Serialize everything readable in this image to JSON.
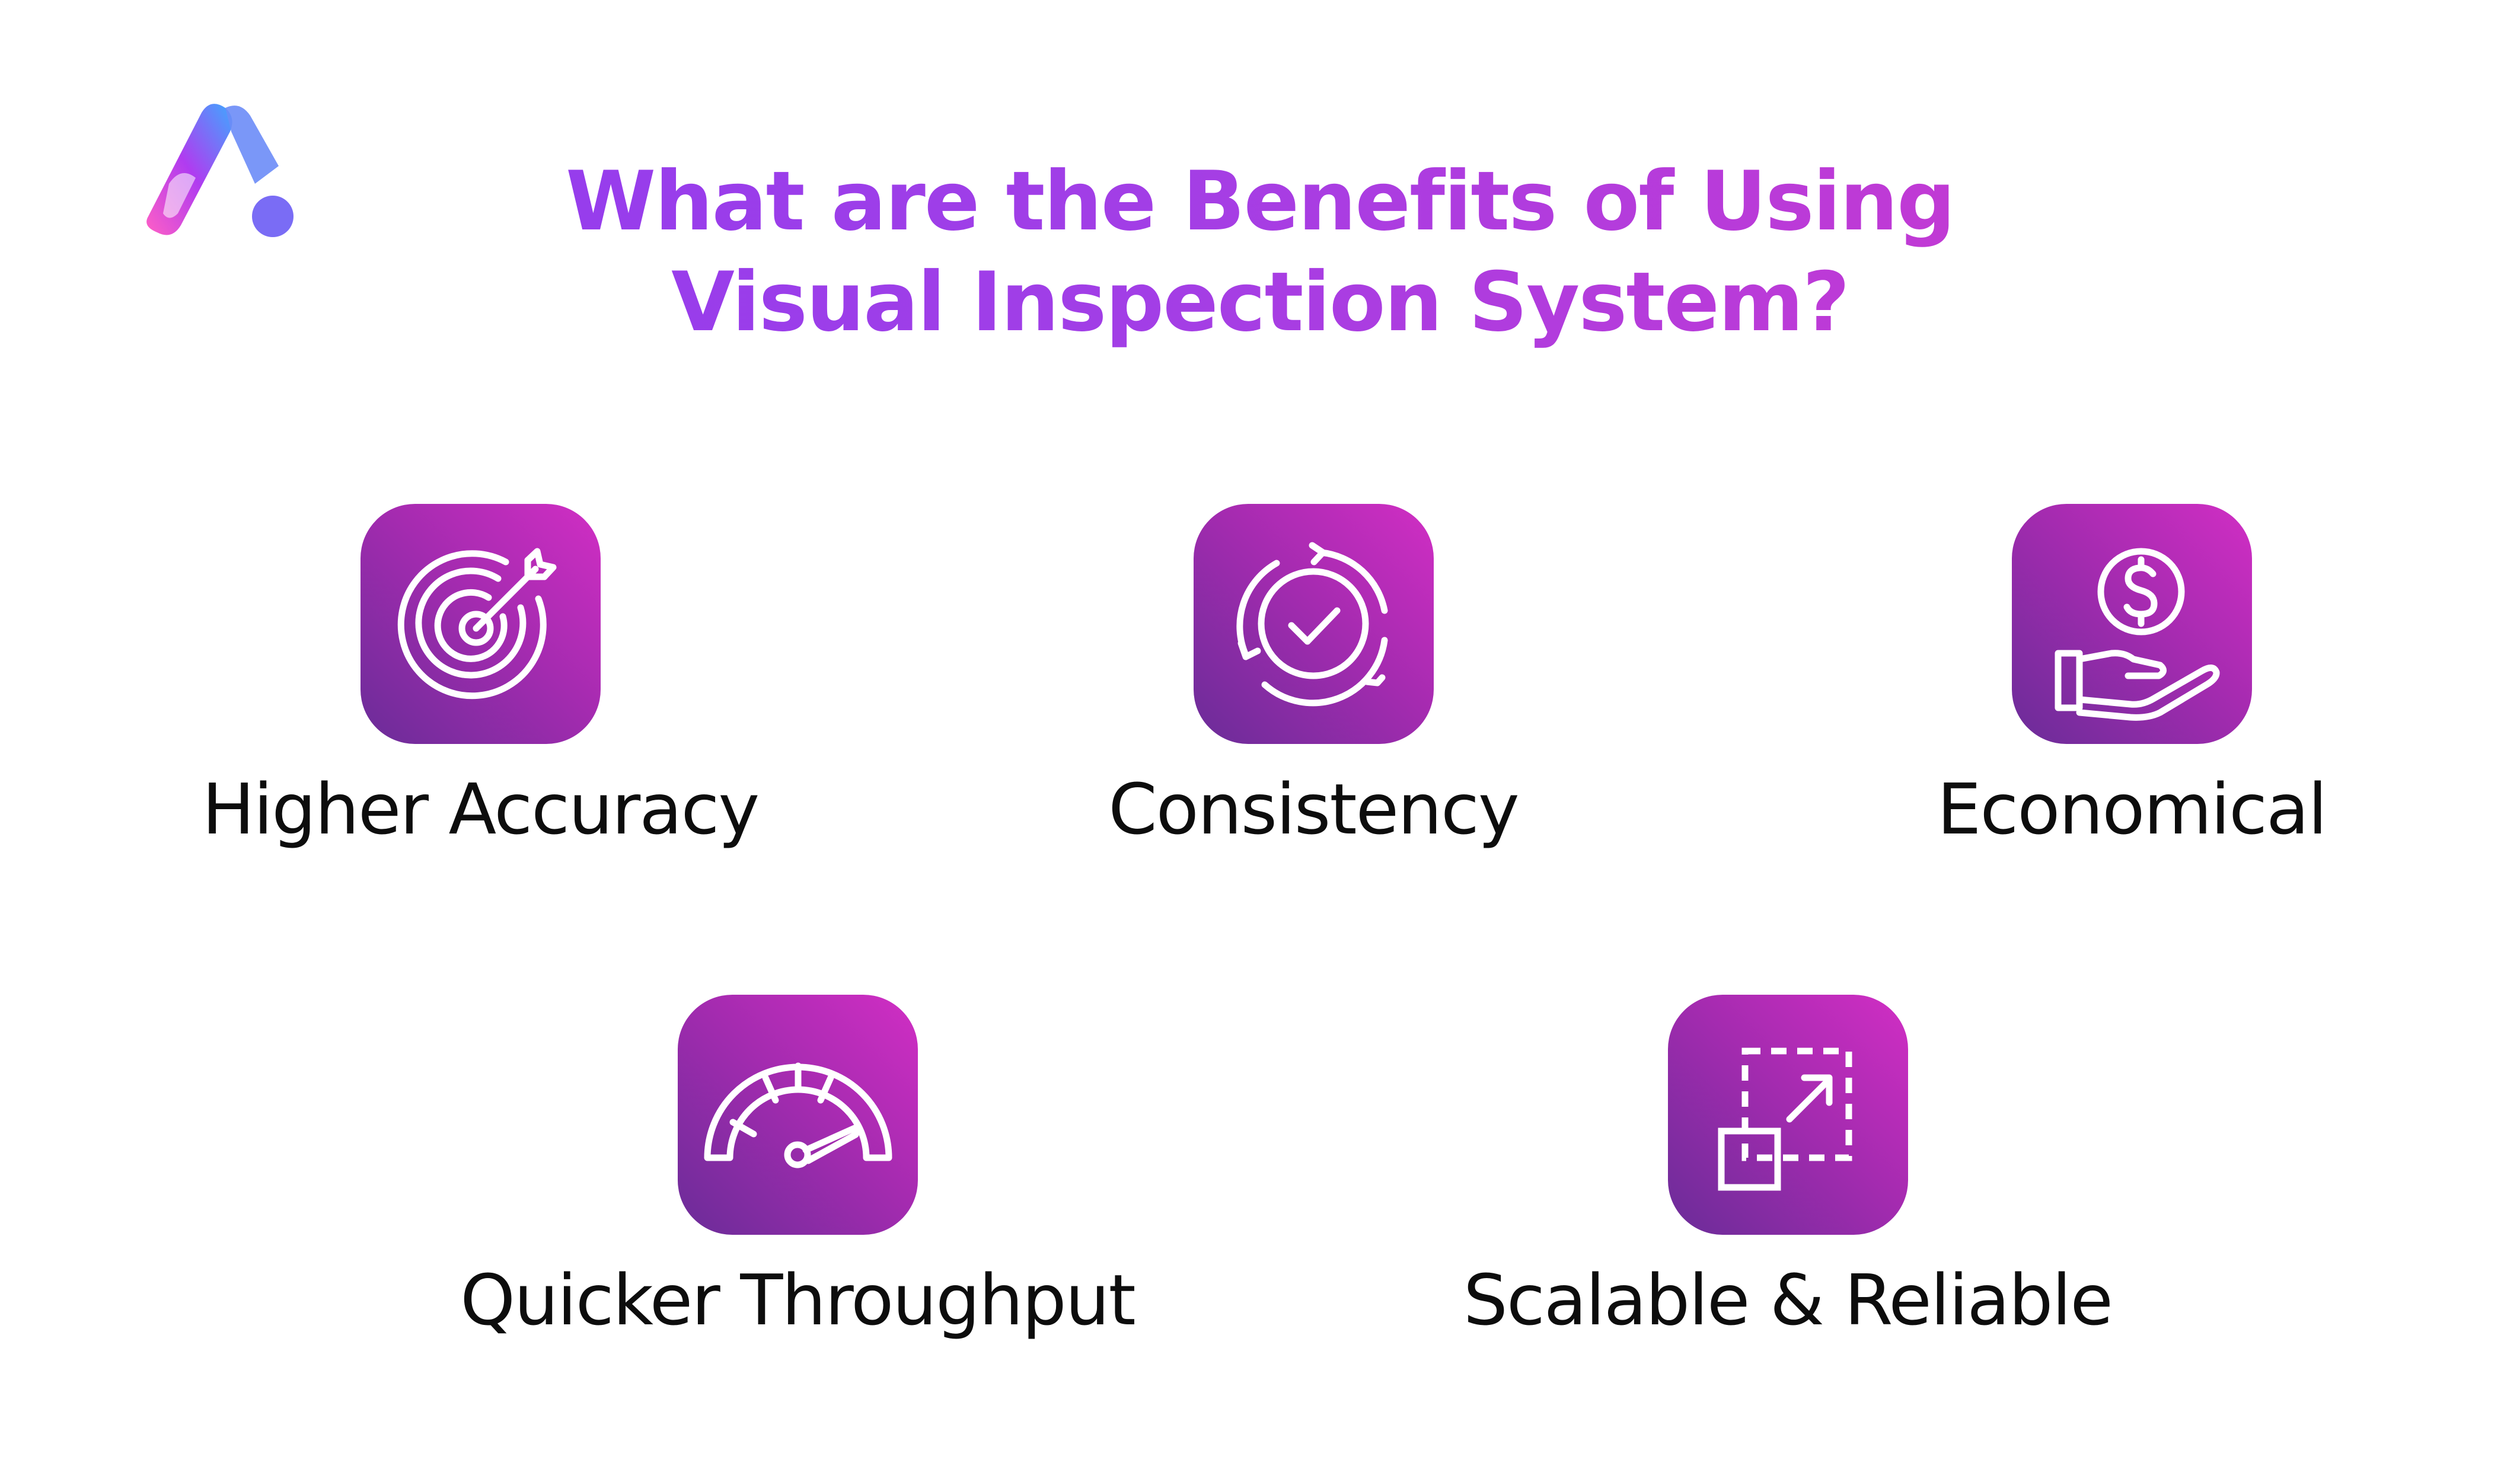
{
  "title": {
    "line1": "What are the Benefits of Using",
    "line2": "Visual Inspection System?"
  },
  "brand_colors": {
    "title_start": "#8b3cf2",
    "title_end": "#d637c8",
    "icon_top": "#d12ec4",
    "icon_bottom": "#6a2c98",
    "logo_dot": "#7a6cf5"
  },
  "benefits": [
    {
      "label": "Higher Accuracy",
      "icon": "target-arrow-icon"
    },
    {
      "label": "Consistency",
      "icon": "cycle-check-icon"
    },
    {
      "label": "Economical",
      "icon": "hand-coin-icon"
    },
    {
      "label": "Quicker Throughput",
      "icon": "speedometer-icon"
    },
    {
      "label": "Scalable & Reliable",
      "icon": "scale-up-icon"
    }
  ]
}
